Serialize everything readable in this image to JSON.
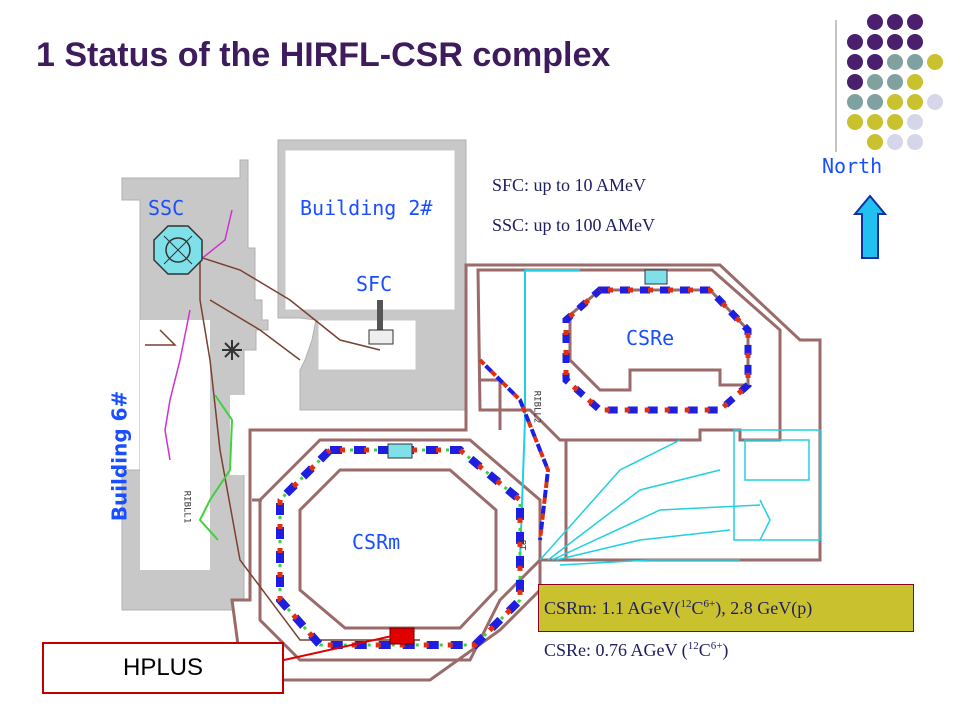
{
  "slide": {
    "title": "1 Status of the HIRFL-CSR complex"
  },
  "labels": {
    "ssc": "SSC",
    "building2": "Building 2#",
    "sfc": "SFC",
    "building6": "Building 6#",
    "csre": "CSRe",
    "csrm": "CSRm",
    "north": "North",
    "ribll1": "RIBLL1",
    "ribll2": "RIBLL2",
    "pt": "PT"
  },
  "specs": {
    "sfc": "SFC: up to 10 AMeV",
    "ssc": "SSC: up to 100 AMeV",
    "csrm_prefix": "CSRm: 1.1 AGeV(",
    "csrm_sup1": "12",
    "csrm_c": "C",
    "csrm_sup2": "6+",
    "csrm_suffix": "), 2.8 GeV(p)",
    "csre_prefix": "CSRe:  0.76 AGeV (",
    "csre_sup1": "12",
    "csre_c": "C",
    "csre_sup2": "6+",
    "csre_suffix": ")"
  },
  "callout": {
    "hplus": "HPLUS"
  },
  "colors": {
    "title": "#3d1b5c",
    "wall": "#9b6a6a",
    "floor": "#c8c8c8",
    "magnet_blue": "#1e1ee0",
    "magnet_red": "#e03010",
    "magnet_green": "#40d040",
    "beamline_cyan": "#20d0e0",
    "dot_purple": "#4a1f6e",
    "dot_gray": "#7fa1a0",
    "dot_olive": "#c9c12e",
    "dot_light": "#d6d6ea",
    "csrm_box": "#c9c12e"
  }
}
